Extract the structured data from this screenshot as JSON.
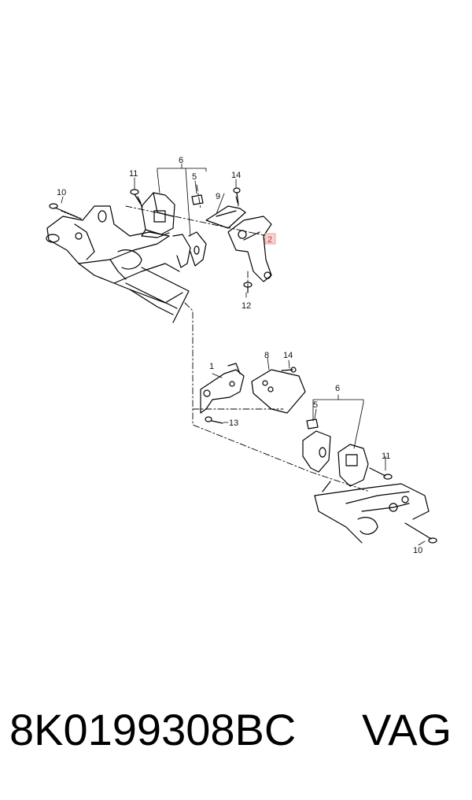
{
  "diagram": {
    "callouts_upper": {
      "c6": "6",
      "c11": "11",
      "c5": "5",
      "c10": "10",
      "c9": "9",
      "c14": "14",
      "c2": "2",
      "c12": "12"
    },
    "callouts_lower": {
      "c1": "1",
      "c8": "8",
      "c14": "14",
      "c6": "6",
      "c5": "5",
      "c13": "13",
      "c11": "11",
      "c10": "10"
    },
    "highlight_color": "#e8a0a0"
  },
  "footer": {
    "part_number": "8K0199308BC",
    "brand": "VAG"
  }
}
